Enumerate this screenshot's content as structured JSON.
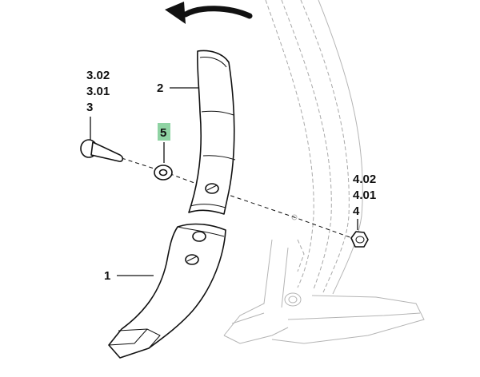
{
  "callouts": {
    "part_1": "1",
    "part_2": "2",
    "bolt": [
      "3.02",
      "3.01",
      "3"
    ],
    "washer": "5",
    "nut": [
      "4.02",
      "4.01",
      "4"
    ]
  },
  "highlight_color": "#8fd3a3"
}
